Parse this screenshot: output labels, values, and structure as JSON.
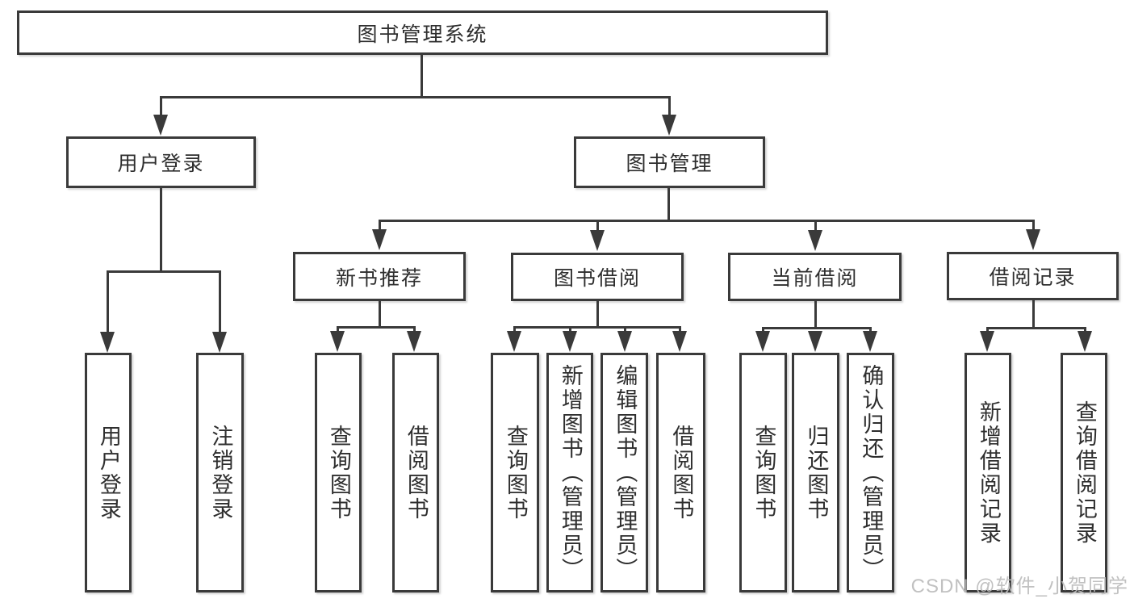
{
  "diagram_title": "图书管理系统",
  "nodes": {
    "root": "图书管理系统",
    "user_login": "用户登录",
    "book_mgmt": "图书管理",
    "new_book_rec": "新书推荐",
    "book_borrow": "图书借阅",
    "current_borrow": "当前借阅",
    "borrow_records": "借阅记录",
    "ul_user_login": "用户登录",
    "ul_logout": "注销登录",
    "nb_query_books": "查询图书",
    "nb_borrow_books": "借阅图书",
    "bb_query_books": "查询图书",
    "bb_add_books": "新增图书（管理员）",
    "bb_edit_books": "编辑图书（管理员）",
    "bb_borrow_books": "借阅图书",
    "cb_query_books": "查询图书",
    "cb_return_books": "归还图书",
    "cb_confirm_return": "确认归还（管理员）",
    "br_add_record": "新增借阅记录",
    "br_query_record": "查询借阅记录"
  },
  "watermark": "CSDN @软件_小贺同学",
  "colors": {
    "line": "#3a3a3a",
    "text": "#2e2e2e",
    "background": "#ffffff",
    "watermark": "#bcbcbc"
  }
}
